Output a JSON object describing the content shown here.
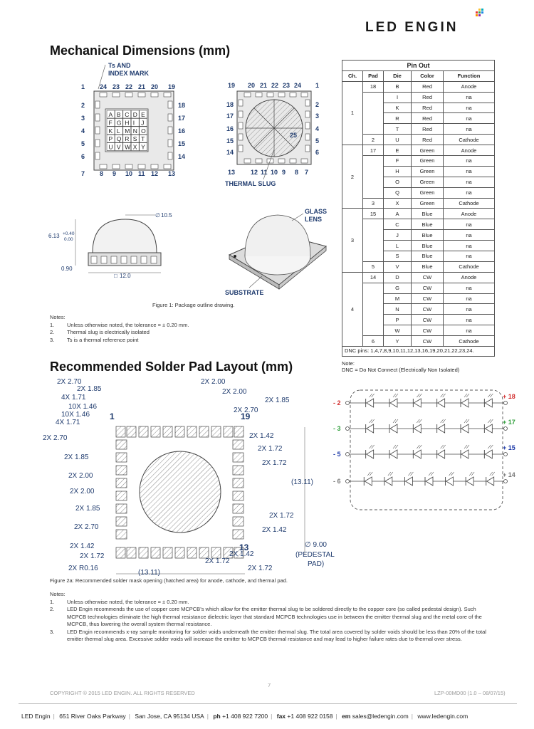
{
  "header": {
    "logo_text": "LED ENGIN"
  },
  "mechanical": {
    "title": "Mechanical Dimensions (mm)",
    "ts_label_line1": "Ts AND",
    "ts_label_line2": "INDEX MARK",
    "thermal_slug_label": "THERMAL SLUG",
    "glass_lens_line1": "GLASS",
    "glass_lens_line2": "LENS",
    "substrate_label": "SUBSTRATE",
    "top_pins_front": [
      "1",
      "24",
      "23",
      "22",
      "21",
      "20",
      "19"
    ],
    "left_pins_front": [
      "2",
      "3",
      "4",
      "5",
      "6"
    ],
    "right_pins_front": [
      "18",
      "17",
      "16",
      "15",
      "14"
    ],
    "bottom_pins_front": [
      "7",
      "8",
      "9",
      "10",
      "11",
      "12",
      "13"
    ],
    "top_pins_back": [
      "19",
      "20",
      "21",
      "22",
      "23",
      "24",
      "1"
    ],
    "left_pins_back": [
      "18",
      "17",
      "16",
      "15",
      "14"
    ],
    "right_pins_back": [
      "2",
      "3",
      "4",
      "5",
      "6"
    ],
    "bottom_pins_back": [
      "13",
      "12",
      "11",
      "10",
      "9",
      "8",
      "7"
    ],
    "die_grid": [
      [
        "A",
        "B",
        "C",
        "D",
        "E"
      ],
      [
        "F",
        "G",
        "H",
        "I",
        "J"
      ],
      [
        "K",
        "L",
        "M",
        "N",
        "O"
      ],
      [
        "P",
        "Q",
        "R",
        "S",
        "T"
      ],
      [
        "U",
        "V",
        "W",
        "X",
        "Y"
      ]
    ],
    "slug_number": "25",
    "dim_diameter": "10.5",
    "dim_height": "6.13",
    "dim_tol_plus": "+0.40",
    "dim_tol_minus": "0.00",
    "dim_base": "0.90",
    "dim_width": "12.0",
    "figure1_caption": "Figure 1:  Package outline drawing.",
    "notes_title": "Notes:",
    "notes": [
      {
        "n": "1.",
        "text": "Unless otherwise noted, the tolerance = ± 0.20 mm."
      },
      {
        "n": "2.",
        "text": "Thermal slug is electrically isolated"
      },
      {
        "n": "3.",
        "text": "Ts is a thermal reference point"
      }
    ]
  },
  "pinout": {
    "title": "Pin Out",
    "headers": [
      "Ch.",
      "Pad",
      "Die",
      "Color",
      "Function"
    ],
    "groups": [
      {
        "ch": "1",
        "rows": [
          {
            "pad": "18",
            "die": "B",
            "color": "Red",
            "function": "Anode"
          },
          {
            "pad": "",
            "die": "I",
            "color": "Red",
            "function": "na"
          },
          {
            "pad": "",
            "die": "K",
            "color": "Red",
            "function": "na"
          },
          {
            "pad": "",
            "die": "R",
            "color": "Red",
            "function": "na"
          },
          {
            "pad": "",
            "die": "T",
            "color": "Red",
            "function": "na"
          },
          {
            "pad": "2",
            "die": "U",
            "color": "Red",
            "function": "Cathode"
          }
        ]
      },
      {
        "ch": "2",
        "rows": [
          {
            "pad": "17",
            "die": "E",
            "color": "Green",
            "function": "Anode"
          },
          {
            "pad": "",
            "die": "F",
            "color": "Green",
            "function": "na"
          },
          {
            "pad": "",
            "die": "H",
            "color": "Green",
            "function": "na"
          },
          {
            "pad": "",
            "die": "O",
            "color": "Green",
            "function": "na"
          },
          {
            "pad": "",
            "die": "Q",
            "color": "Green",
            "function": "na"
          },
          {
            "pad": "3",
            "die": "X",
            "color": "Green",
            "function": "Cathode"
          }
        ]
      },
      {
        "ch": "3",
        "rows": [
          {
            "pad": "15",
            "die": "A",
            "color": "Blue",
            "function": "Anode"
          },
          {
            "pad": "",
            "die": "C",
            "color": "Blue",
            "function": "na"
          },
          {
            "pad": "",
            "die": "J",
            "color": "Blue",
            "function": "na"
          },
          {
            "pad": "",
            "die": "L",
            "color": "Blue",
            "function": "na"
          },
          {
            "pad": "",
            "die": "S",
            "color": "Blue",
            "function": "na"
          },
          {
            "pad": "5",
            "die": "V",
            "color": "Blue",
            "function": "Cathode"
          }
        ]
      },
      {
        "ch": "4",
        "rows": [
          {
            "pad": "14",
            "die": "D",
            "color": "CW",
            "function": "Anode"
          },
          {
            "pad": "",
            "die": "G",
            "color": "CW",
            "function": "na"
          },
          {
            "pad": "",
            "die": "M",
            "color": "CW",
            "function": "na"
          },
          {
            "pad": "",
            "die": "N",
            "color": "CW",
            "function": "na"
          },
          {
            "pad": "",
            "die": "P",
            "color": "CW",
            "function": "na"
          },
          {
            "pad": "",
            "die": "W",
            "color": "CW",
            "function": "na"
          },
          {
            "pad": "6",
            "die": "Y",
            "color": "CW",
            "function": "Cathode"
          }
        ]
      }
    ],
    "dnc_pins": "DNC pins: 1,4,7,8,9,10,11,12,13,16,19,20,21,22,23,24.",
    "note_label": "Note:",
    "note_text": "DNC = Do Not Connect (Electrically Non Isolated)"
  },
  "schematic": {
    "left_labels": [
      "- 2",
      "- 3",
      "- 5",
      "- 6"
    ],
    "right_labels": [
      "+ 18",
      "+ 17",
      "+ 15",
      "+ 14"
    ],
    "colors": [
      "#d32f2f",
      "#2e9e3a",
      "#1e3aa8",
      "#777777"
    ]
  },
  "solder": {
    "title": "Recommended Solder Pad Layout (mm)",
    "dims_left": [
      "2X 2.70",
      "2X 1.85",
      "4X 1.71",
      "10X 1.46",
      "10X 1.46",
      "4X 1.71",
      "2X 2.70",
      "2X 1.85",
      "2X 2.00",
      "2X 2.00",
      "2X 1.85",
      "2X 2.70",
      "2X 1.42",
      "2X 1.72",
      "2X R0.16"
    ],
    "dims_right": [
      "2X 2.00",
      "2X 2.00",
      "2X 1.85",
      "2X 2.70",
      "2X 1.42",
      "2X 1.72",
      "2X 1.72",
      "2X 1.72",
      "2X 1.42",
      "2X 1.42",
      "2X 1.72",
      "2X 1.72"
    ],
    "pad1": "1",
    "pad19": "19",
    "pad13": "13",
    "dim_13_11_v": "13.11",
    "dim_13_11_h": "13.11",
    "pedestal_dia": "9.00",
    "pedestal_line1": "(PEDESTAL",
    "pedestal_line2": "PAD)",
    "figure2a_caption": "Figure 2a:  Recommended solder mask opening (hatched area) for anode, cathode, and thermal pad.",
    "notes_title": "Notes:",
    "notes": [
      {
        "n": "1.",
        "text": "Unless otherwise noted, the tolerance = ± 0.20 mm."
      },
      {
        "n": "2.",
        "text": "LED Engin recommends the use of copper core MCPCB’s which allow for the emitter thermal slug to be soldered directly to the copper core (so called pedestal design). Such MCPCB technologies eliminate the high thermal resistance dielectric layer that standard MCPCB technologies use in between the emitter thermal slug and the metal core of the MCPCB, thus lowering the overall system thermal resistance."
      },
      {
        "n": "3.",
        "text": "LED Engin recommends x-ray sample monitoring for solder voids underneath the emitter thermal slug. The total area covered by solder voids should be less than 20% of the total emitter thermal slug area. Excessive solder voids will increase the emitter to MCPCB thermal resistance and may lead to higher failure rates due to thermal over stress."
      }
    ]
  },
  "footer": {
    "page_number": "7",
    "copyright": "COPYRIGHT © 2015 LED ENGIN. ALL RIGHTS RESERVED",
    "doc_id": "LZP-00MD00 (1.0 – 08/07/15)",
    "company": "LED Engin",
    "address": "651 River Oaks Parkway",
    "city": "San Jose, CA  95134  USA",
    "ph_label": "ph",
    "phone": "+1 408 922 7200",
    "fax_label": "fax",
    "fax": "+1 408 922 0158",
    "em_label": "em",
    "email": "sales@ledengin.com",
    "website": "www.ledengin.com"
  }
}
